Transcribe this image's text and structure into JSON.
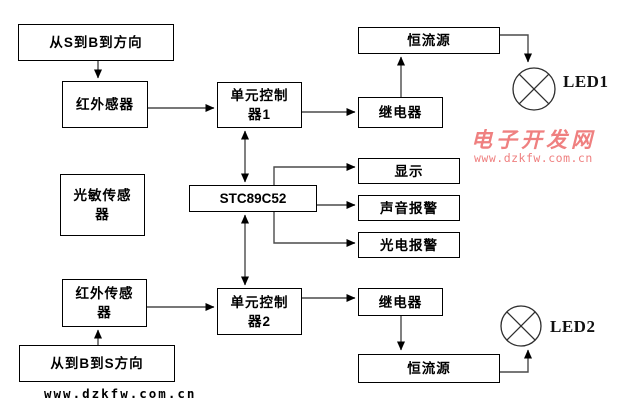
{
  "diagram": {
    "nodes": {
      "direction_sb": {
        "label": "从S到B到方向"
      },
      "ir_sensor_top": {
        "label": "红外感器"
      },
      "unit_ctrl_1": {
        "line1": "单元控制",
        "line2": "器1"
      },
      "const_current_top": {
        "label": "恒流源"
      },
      "relay_top": {
        "label": "继电器"
      },
      "photo_sensor": {
        "line1": "光敏传感",
        "line2": "器"
      },
      "mcu": {
        "label": "STC89C52"
      },
      "display": {
        "label": "显示"
      },
      "sound_alarm": {
        "label": "声音报警"
      },
      "photo_alarm": {
        "label": "光电报警"
      },
      "ir_sensor_bottom": {
        "line1": "红外传感",
        "line2": "器"
      },
      "unit_ctrl_2": {
        "line1": "单元控制",
        "line2": "器2"
      },
      "relay_bottom": {
        "label": "继电器"
      },
      "const_current_bottom": {
        "label": "恒流源"
      },
      "direction_bs": {
        "label": "从到B到S方向"
      }
    },
    "leds": {
      "led1": {
        "label": "LED1"
      },
      "led2": {
        "label": "LED2"
      }
    },
    "watermark": {
      "brand": "电子开发网",
      "url": "www.dzkfw.com.cn",
      "color": "#ef8080"
    },
    "footer": {
      "url": "www.dzkfw.com.cn"
    },
    "colors": {
      "background": "#ffffff",
      "box_border": "#000000",
      "wire": "#4a4a4a",
      "arrowhead": "#000000"
    }
  }
}
